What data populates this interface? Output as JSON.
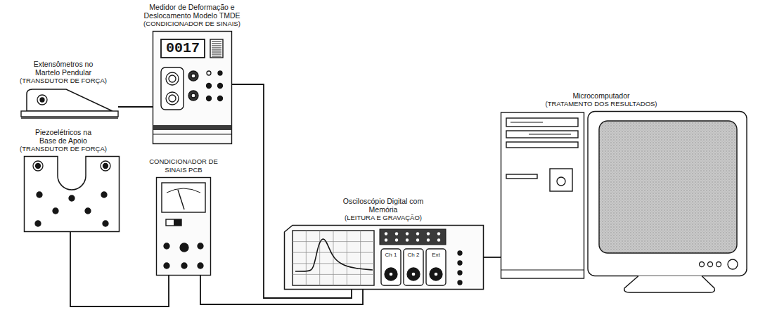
{
  "diagram": {
    "nodes": [
      {
        "text": [
          "Extensômetros no Martelo Pendular",
          "(TRANSDUTOR DE FORÇA)"
        ]
      },
      {
        "text": [
          "Medidor de Deformação e Deslocamento Modelo TMDE",
          "(CONDICIONADOR DE SINAIS)",
          "0017"
        ]
      },
      {
        "text": [
          "Piezoelétricos na Base de Apoio",
          "(TRANSDUTOR DE FORÇA)"
        ]
      },
      {
        "text": [
          "CONDICIONADOR DE SINAIS PCB"
        ]
      },
      {
        "text": [
          "Osciloscópio Digital com Memória",
          "(LEITURA E GRAVAÇÃO)",
          "Ch 1",
          "Ch 2",
          "Ext"
        ]
      },
      {
        "text": [
          "Microcomputador",
          "(TRATAMENTO DOS RESULTADOS)"
        ]
      }
    ],
    "edges": [
      {
        "from": 0,
        "to": 1,
        "arrow": "none"
      },
      {
        "from": 2,
        "to": 3,
        "arrow": "none"
      },
      {
        "from": 1,
        "to": 4,
        "arrow": "none"
      },
      {
        "from": 3,
        "to": 4,
        "arrow": "none"
      },
      {
        "from": 4,
        "to": 5,
        "arrow": "none"
      }
    ]
  }
}
